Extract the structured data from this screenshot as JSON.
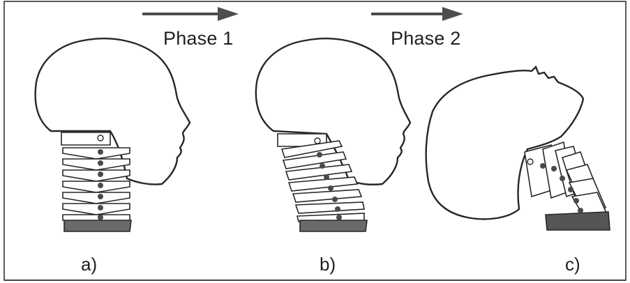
{
  "phases": [
    {
      "label": "Phase 1"
    },
    {
      "label": "Phase 2"
    }
  ],
  "panels": [
    {
      "label": "a)"
    },
    {
      "label": "b)"
    },
    {
      "label": "c)"
    }
  ],
  "colors": {
    "line": "#262626",
    "vertebra_fill": "#ffffff",
    "joint": "#4a4a4a",
    "base_fill": "#555555",
    "arrow": "#4d4d4d"
  }
}
